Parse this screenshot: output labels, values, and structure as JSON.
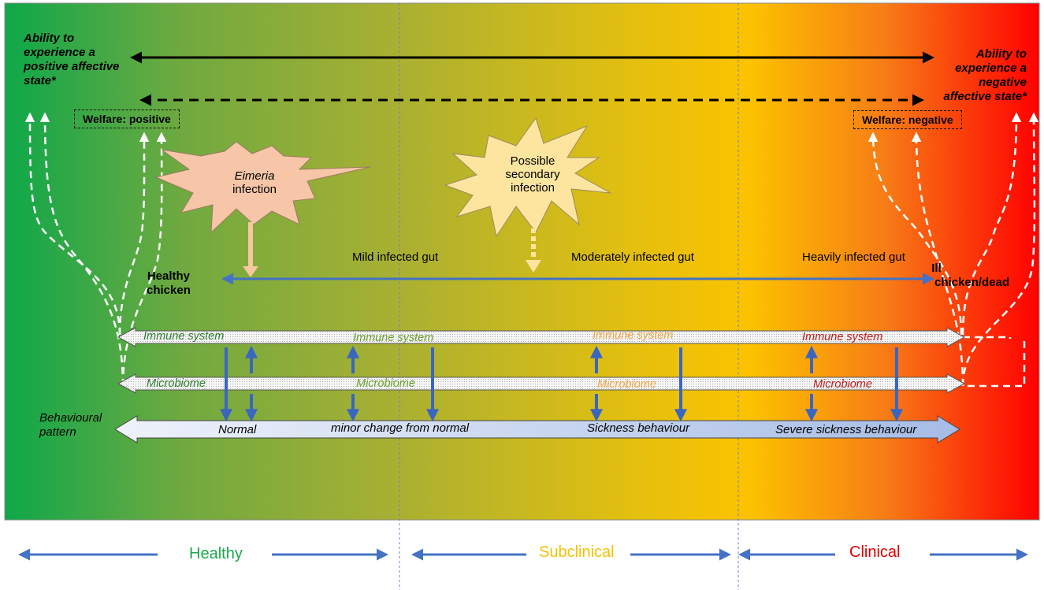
{
  "left_state": {
    "line1": "Ability to",
    "line2": "experience a",
    "line3": "positive affective",
    "line4": "state*"
  },
  "right_state": {
    "line1": "Ability to",
    "line2": "experience a",
    "line3": "negative",
    "line4": "affective state*"
  },
  "welfare_positive": "Welfare: positive",
  "welfare_negative": "Welfare: negative",
  "infection_primary": {
    "italic": "Eimeria",
    "rest": "infection"
  },
  "infection_secondary": {
    "line1": "Possible",
    "line2": "secondary",
    "line3": "infection"
  },
  "gut_states": {
    "mild": "Mild infected gut",
    "moderate": "Moderately infected gut",
    "heavy": "Heavily infected gut"
  },
  "healthy_chicken": {
    "line1": "Healthy",
    "line2": "chicken"
  },
  "ill_chicken": {
    "line1": "Ill",
    "line2": "chicken/dead"
  },
  "immune_label": "Immune system",
  "microbiome_label": "Microbiome",
  "behaviour_label": {
    "line1": "Behavioural",
    "line2": "pattern"
  },
  "behaviours": {
    "normal": "Normal",
    "minor": "minor change from normal",
    "sickness": "Sickness behaviour",
    "severe": "Severe sickness behaviour"
  },
  "stages": {
    "healthy": "Healthy",
    "subclinical": "Subclinical",
    "clinical": "Clinical"
  },
  "colors": {
    "green": "#1aa84a",
    "olive": "#8aab35",
    "yellow": "#f7c000",
    "orange": "#f28a10",
    "red": "#ff0000",
    "arrow_blue": "#4472c4",
    "label_green": "#2e8b3a",
    "label_orange": "#f2a540",
    "label_red": "#c01a1a"
  }
}
